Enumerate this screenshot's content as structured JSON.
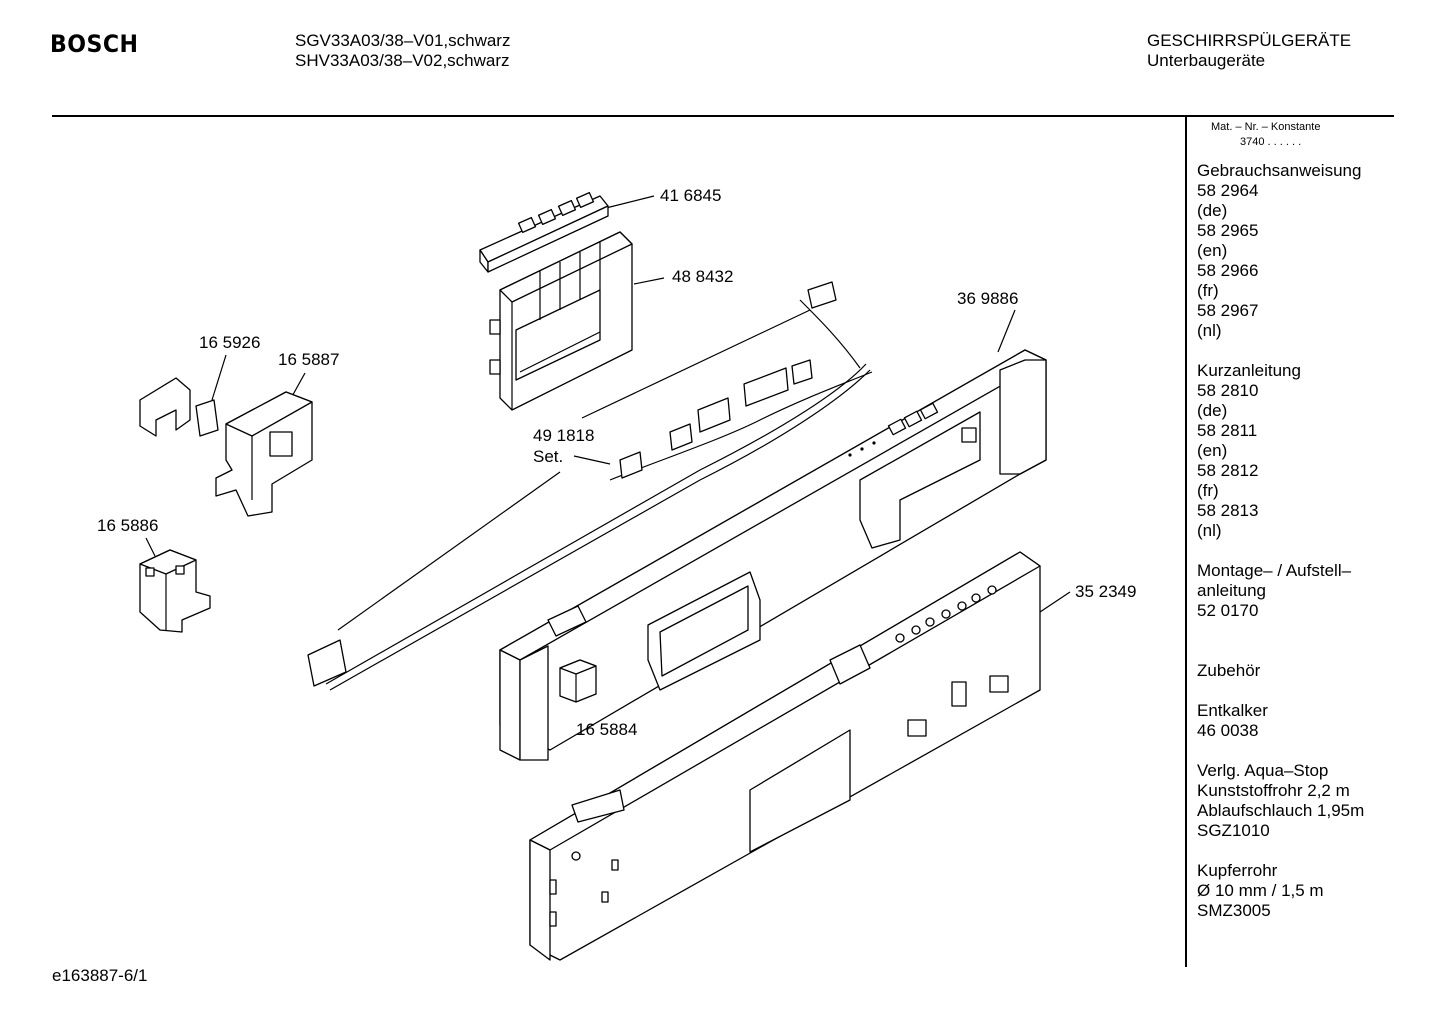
{
  "header": {
    "brand": "BOSCH",
    "models": [
      "SGV33A03/38–V01,schwarz",
      "SHV33A03/38–V02,schwarz"
    ],
    "category": "GESCHIRRSPÜLGERÄTE",
    "subcategory": "Unterbaugeräte"
  },
  "sidebar": {
    "mat_label": "Mat. – Nr. – Konstante",
    "mat_value": "3740 . . . . . .",
    "lines": [
      "Gebrauchsanweisung",
      "58 2964",
      "(de)",
      "58 2965",
      "(en)",
      "58 2966",
      "(fr)",
      "58 2967",
      "(nl)",
      "",
      "Kurzanleitung",
      "58 2810",
      "(de)",
      "58 2811",
      "(en)",
      "58 2812",
      "(fr)",
      "58 2813",
      "(nl)",
      "",
      "Montage– / Aufstell–",
      "anleitung",
      "52 0170",
      "",
      "",
      "Zubehör",
      "",
      "Entkalker",
      "46 0038",
      "",
      "Verlg. Aqua–Stop",
      "Kunststoffrohr 2,2 m",
      "Ablaufschlauch 1,95m",
      "SGZ1010",
      "",
      "Kupferrohr",
      "Ø 10 mm / 1,5 m",
      "SMZ3005"
    ]
  },
  "callouts": {
    "p416845": "41 6845",
    "p488432": "48 8432",
    "p369886": "36 9886",
    "p165926": "16 5926",
    "p165887": "16 5887",
    "p491818": "49 1818",
    "set": "Set.",
    "p165886": "16 5886",
    "p352349": "35 2349",
    "p165884": "16 5884"
  },
  "footer": {
    "code": "e163887-6/1"
  }
}
